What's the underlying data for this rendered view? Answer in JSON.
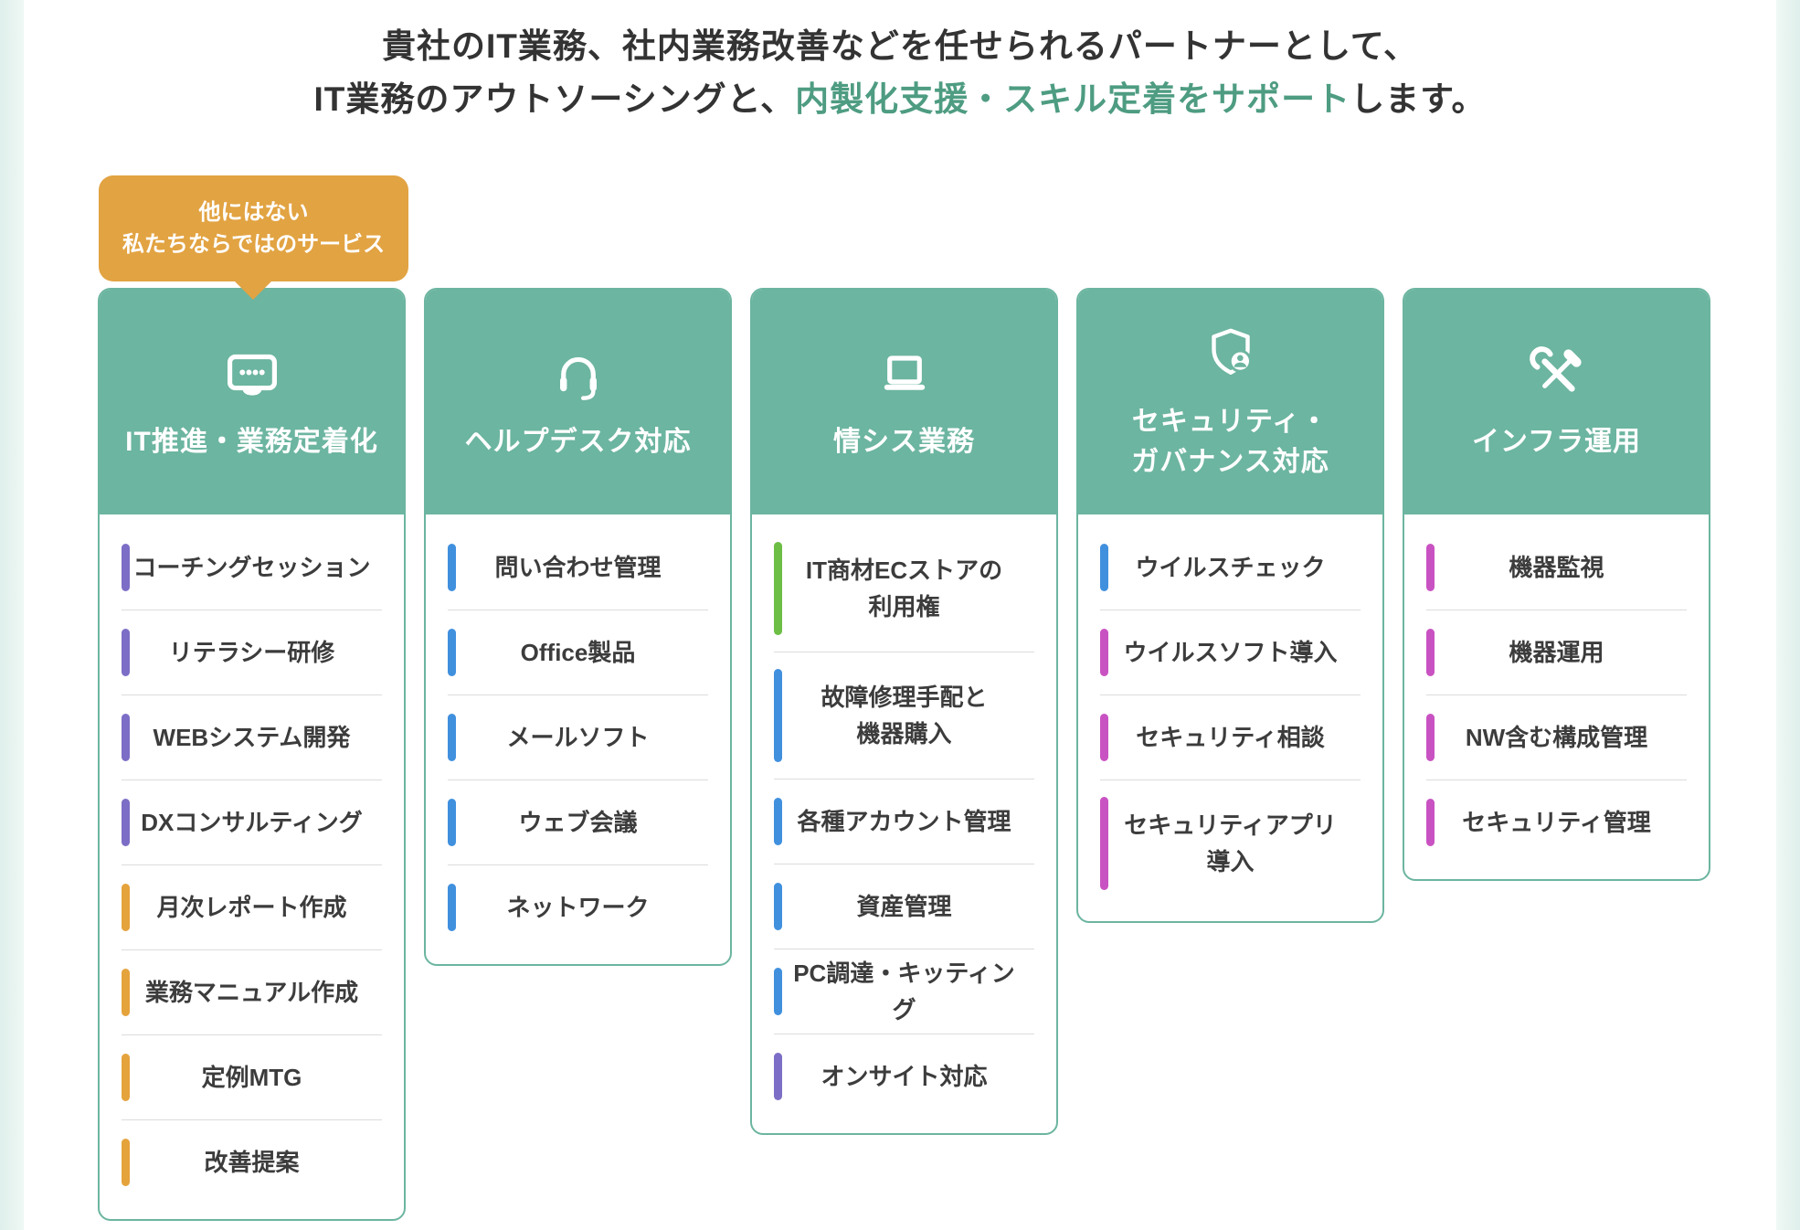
{
  "page": {
    "heading": {
      "line1": "貴社のIT業務、社内業務改善などを任せられるパートナーとして、",
      "line2_prefix": "IT業務のアウトソーシングと、",
      "line2_highlight": "内製化支援・スキル定着をサポート",
      "line2_suffix": "します。"
    },
    "badge": {
      "line1": "他にはない",
      "line2": "私たちならではのサービス"
    }
  },
  "colors": {
    "header_teal": "#6CB5A0",
    "heading_highlight_green": "#4E9C82",
    "badge_orange": "#E2A342",
    "accent_purple": "#7C6EC6",
    "accent_orange": "#E5A33C",
    "accent_blue": "#4090DE",
    "accent_green": "#6CBE44",
    "accent_pink": "#C952C2",
    "side_strip_green": "#E5F2EF",
    "divider_gray": "#DCDCDC",
    "text_dark": "#3C3C3C"
  },
  "columns": [
    {
      "title": "IT推進・業務定着化",
      "icon": "monitor-dots-icon",
      "items": [
        {
          "label": "コーチングセッション",
          "accent": "purple"
        },
        {
          "label": "リテラシー研修",
          "accent": "purple"
        },
        {
          "label": "WEBシステム開発",
          "accent": "purple"
        },
        {
          "label": "DXコンサルティング",
          "accent": "purple"
        },
        {
          "label": "月次レポート作成",
          "accent": "orange"
        },
        {
          "label": "業務マニュアル作成",
          "accent": "orange"
        },
        {
          "label": "定例MTG",
          "accent": "orange"
        },
        {
          "label": "改善提案",
          "accent": "orange"
        }
      ]
    },
    {
      "title": "ヘルプデスク対応",
      "icon": "headset-icon",
      "items": [
        {
          "label": "問い合わせ管理",
          "accent": "blue"
        },
        {
          "label": "Office製品",
          "accent": "blue"
        },
        {
          "label": "メールソフト",
          "accent": "blue"
        },
        {
          "label": "ウェブ会議",
          "accent": "blue"
        },
        {
          "label": "ネットワーク",
          "accent": "blue"
        }
      ]
    },
    {
      "title": "情シス業務",
      "icon": "laptop-icon",
      "items": [
        {
          "label": "IT商材ECストアの\n利用権",
          "accent": "green"
        },
        {
          "label": "故障修理手配と\n機器購入",
          "accent": "blue"
        },
        {
          "label": "各種アカウント管理",
          "accent": "blue"
        },
        {
          "label": "資産管理",
          "accent": "blue"
        },
        {
          "label": "PC調達・キッティング",
          "accent": "blue"
        },
        {
          "label": "オンサイト対応",
          "accent": "purple"
        }
      ]
    },
    {
      "title": "セキュリティ・\nガバナンス対応",
      "icon": "shield-user-icon",
      "items": [
        {
          "label": "ウイルスチェック",
          "accent": "blue"
        },
        {
          "label": "ウイルスソフト導入",
          "accent": "pink"
        },
        {
          "label": "セキュリティ相談",
          "accent": "pink"
        },
        {
          "label": "セキュリティアプリ\n導入",
          "accent": "pink"
        }
      ]
    },
    {
      "title": "インフラ運用",
      "icon": "tools-icon",
      "items": [
        {
          "label": "機器監視",
          "accent": "pink"
        },
        {
          "label": "機器運用",
          "accent": "pink"
        },
        {
          "label": "NW含む構成管理",
          "accent": "pink"
        },
        {
          "label": "セキュリティ管理",
          "accent": "pink"
        }
      ]
    }
  ]
}
